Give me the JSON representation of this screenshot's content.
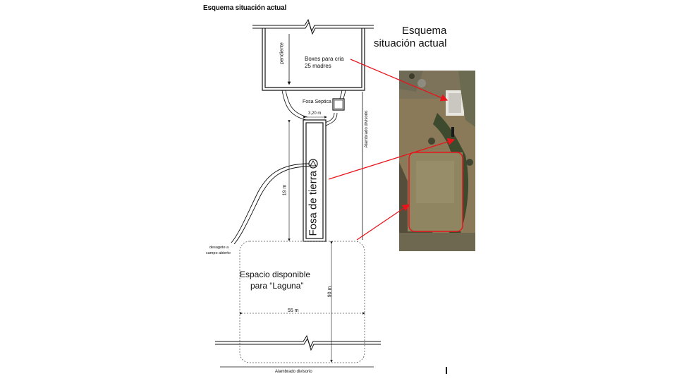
{
  "page_title": "Esquema situación actual",
  "header": {
    "line1": "Esquema",
    "line2": "situación actual"
  },
  "labels": {
    "boxes_line1": "Boxes para cria",
    "boxes_line2": "25 madres",
    "pendiente": "pendiente",
    "fosa_septica": "Fosa Septica",
    "width_320": "3,20 m",
    "fosa_tierra": "Fosa de tierra",
    "dim_19": "19 m",
    "right_fence": "Alambrado divisorio",
    "desagote_line1": "desagote a",
    "desagote_line2": "campo abierto",
    "espacio_line1": "Espacio disponible",
    "espacio_line2": "para “Laguna”",
    "dim_90": "90 m",
    "dim_55": "55 m",
    "bottom_fence": "Alambrado divisorio"
  },
  "colors": {
    "arrow": "#e8141c",
    "photo_field": "#8a7a5a",
    "photo_trees": "#3e4a2e",
    "ink": "#111111"
  }
}
